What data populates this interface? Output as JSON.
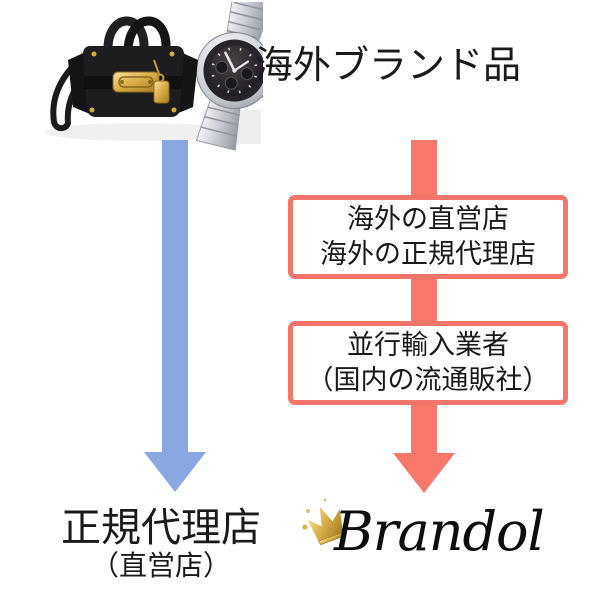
{
  "diagram": {
    "title": "海外ブランド品",
    "product_image": {
      "items": [
        "black-leather-handbag",
        "silver-chronograph-watch"
      ]
    },
    "left_flow": {
      "arrow_color": "#8ba7e1",
      "result_line1": "正規代理店",
      "result_line2": "（直営店）"
    },
    "right_flow": {
      "arrow_color": "#f8796b",
      "box_border_color": "#f4756b",
      "box1": {
        "line1": "海外の直営店",
        "line2": "海外の正規代理店"
      },
      "box2": {
        "line1": "並行輸入業者",
        "line2": "（国内の流通販社）"
      },
      "brand": {
        "name": "Brandol",
        "icon": "gold-crown"
      }
    },
    "text_color": "#1a1a1a",
    "background_color": "#ffffff"
  }
}
